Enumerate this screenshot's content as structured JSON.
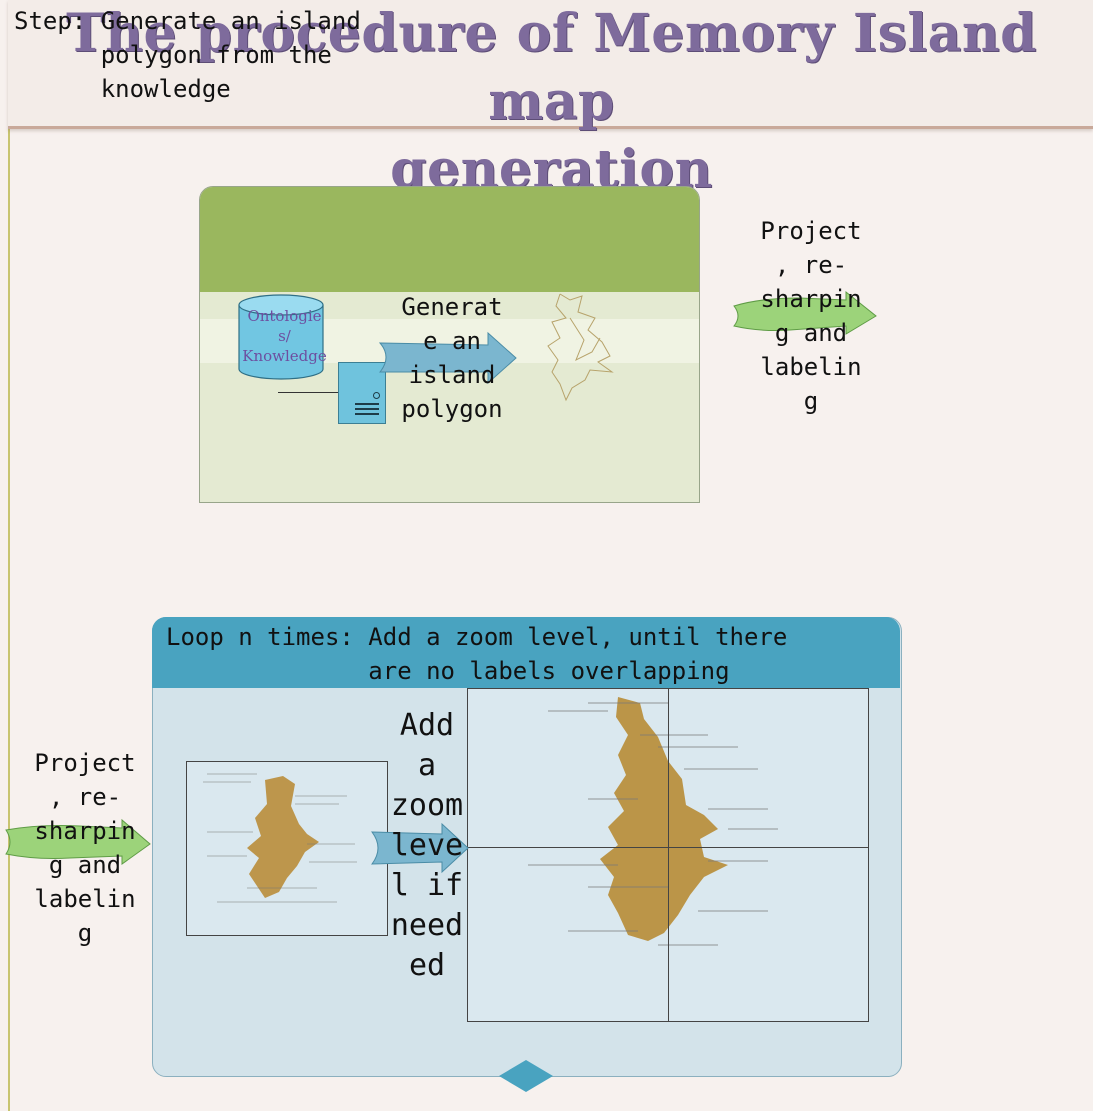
{
  "header": {
    "title_line1": "The procedure of Memory Island map",
    "title_line2": "generation"
  },
  "step": {
    "title": "Step: Generate an island\n      polygon from the\n      knowledge",
    "database_label": "Ontologie\ns/\nKnowledge",
    "action_text": "Generat\ne an\nisland\npolygon"
  },
  "step_output": {
    "text": "Project\n, re-\nsharpin\ng and\nlabelin\ng"
  },
  "loop_input": {
    "text": "Project\n, re-\nsharpin\ng and\nlabelin\ng"
  },
  "loop": {
    "title": "Loop n times: Add a zoom level, until there\n              are no labels overlapping",
    "action_text": "Add\na\nzoom\nleve\nl if\nneed\ned"
  },
  "colors": {
    "title": "#7e6b9c",
    "step_header": "#9ab75e",
    "loop_header": "#49a3c0",
    "island": "#b98d3a"
  },
  "icons": [
    "database-icon",
    "server-icon",
    "arrow-right-icon",
    "diamond-connector-icon"
  ]
}
